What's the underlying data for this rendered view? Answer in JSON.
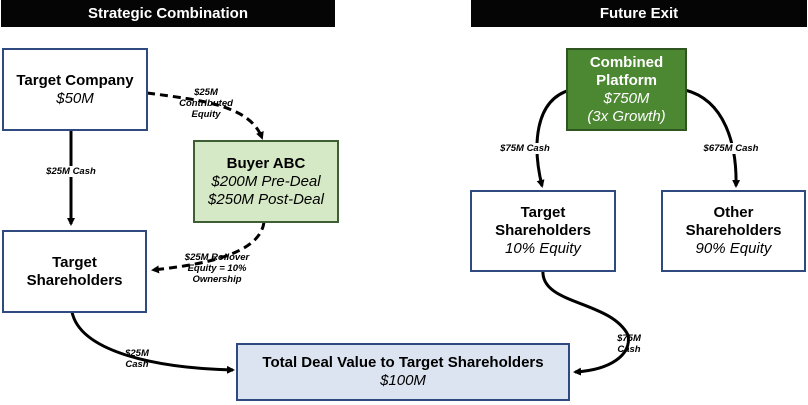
{
  "headers": {
    "left": "Strategic Combination",
    "right": "Future Exit"
  },
  "boxes": {
    "target_company": {
      "title": "Target Company",
      "value": "$50M"
    },
    "target_shareholders_left": {
      "title": "Target",
      "title2": "Shareholders"
    },
    "buyer_abc": {
      "title": "Buyer ABC",
      "value1": "$200M Pre-Deal",
      "value2": "$250M Post-Deal"
    },
    "total_deal_value": {
      "title": "Total Deal Value to Target Shareholders",
      "value": "$100M"
    },
    "combined_platform": {
      "title1": "Combined",
      "title2": "Platform",
      "value1": "$750M",
      "value2": "(3x Growth)"
    },
    "target_shareholders_right": {
      "title1": "Target",
      "title2": "Shareholders",
      "value": "10% Equity"
    },
    "other_shareholders": {
      "title1": "Other",
      "title2": "Shareholders",
      "value": "90% Equity"
    }
  },
  "labels": {
    "contributed_equity": [
      "$25M",
      "Contributed",
      "Equity"
    ],
    "cash_25m_vertical": "$25M Cash",
    "rollover": [
      "$25M Rollover",
      "Equity = 10%",
      "Ownership"
    ],
    "cash_25m_bottom": [
      "$25M",
      "Cash"
    ],
    "cash_75m_left": "$75M Cash",
    "cash_675m": "$675M Cash",
    "cash_75m_bottom": [
      "$75M",
      "Cash"
    ]
  },
  "colors": {
    "header_bg": "#050505",
    "box_border": "#2e4a80",
    "buyer_fill": "#d6e9c6",
    "platform_fill": "#4c8732",
    "deal_fill": "#dce4f1"
  }
}
